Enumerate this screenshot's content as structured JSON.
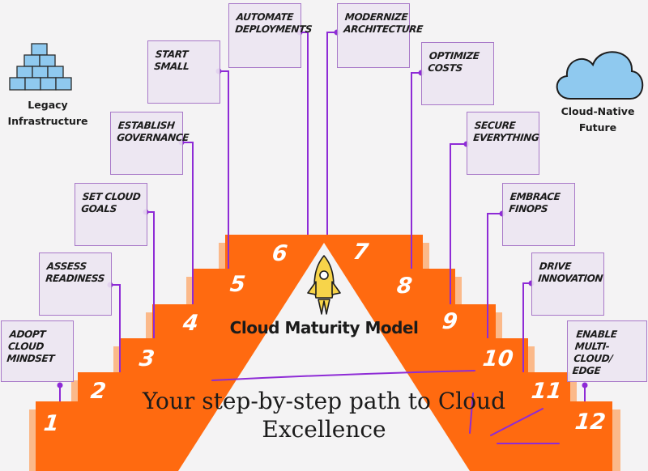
{
  "diagram": {
    "title": "Cloud Maturity Model",
    "tagline": "Your step-by-step path to Cloud Excellence",
    "left_label": "Legacy Infrastructure",
    "right_label": "Cloud-Native Future",
    "steps": [
      {
        "number": "1",
        "label": "Adopt Cloud Mindset"
      },
      {
        "number": "2",
        "label": "Assess Readiness"
      },
      {
        "number": "3",
        "label": "Set Cloud Goals"
      },
      {
        "number": "4",
        "label": "Establish Governance"
      },
      {
        "number": "5",
        "label": "Start Small"
      },
      {
        "number": "6",
        "label": "Automate Deployments"
      },
      {
        "number": "7",
        "label": "Modernize Architecture"
      },
      {
        "number": "8",
        "label": "Optimize Costs"
      },
      {
        "number": "9",
        "label": "Secure Everything"
      },
      {
        "number": "10",
        "label": "Embrace FinOps"
      },
      {
        "number": "11",
        "label": "Drive Innovation"
      },
      {
        "number": "12",
        "label": "Enable Multi-Cloud/ Edge"
      }
    ]
  },
  "colors": {
    "step_orange": "#ff6a10",
    "step_shadow": "#fbb98a",
    "connector_purple": "#8e2bd6",
    "box_border": "#a878c8",
    "cloud_blue": "#8fc9ef",
    "rocket_yellow": "#f7d44a"
  },
  "icons": [
    "legacy-blocks-icon",
    "cloud-icon",
    "rocket-icon"
  ]
}
